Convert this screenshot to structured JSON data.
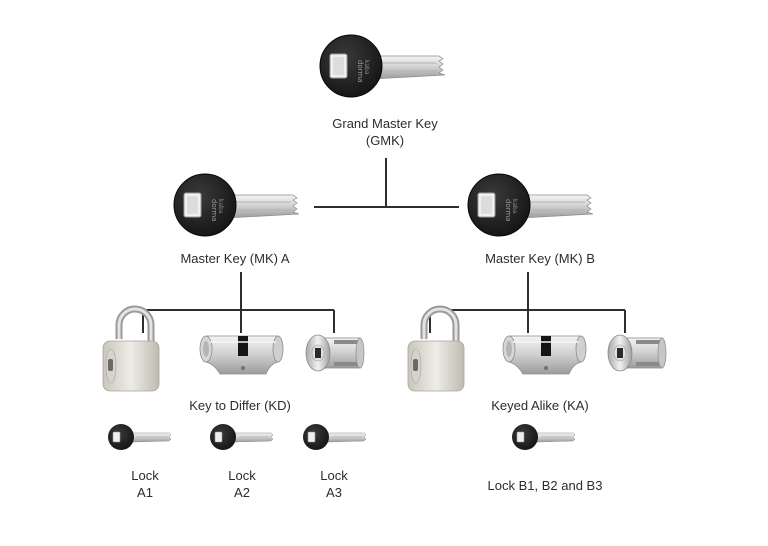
{
  "diagram": {
    "grand_master": {
      "line1": "Grand Master Key",
      "line2": "(GMK)"
    },
    "master_a": {
      "label": "Master Key (MK)  A"
    },
    "master_b": {
      "label": "Master Key (MK) B"
    },
    "group_a": {
      "label": "Key to Differ (KD)"
    },
    "group_b": {
      "label": "Keyed Alike (KA)"
    },
    "locks_a": [
      {
        "line1": "Lock",
        "line2": "A1"
      },
      {
        "line1": "Lock",
        "line2": "A2"
      },
      {
        "line1": "Lock",
        "line2": "A3"
      }
    ],
    "locks_b": {
      "label": "Lock B1, B2 and B3"
    },
    "key_brand": "dorma kaba",
    "icons": [
      "master-key-icon",
      "padlock-icon",
      "euro-cylinder-icon",
      "cam-lock-icon",
      "small-key-icon"
    ]
  }
}
